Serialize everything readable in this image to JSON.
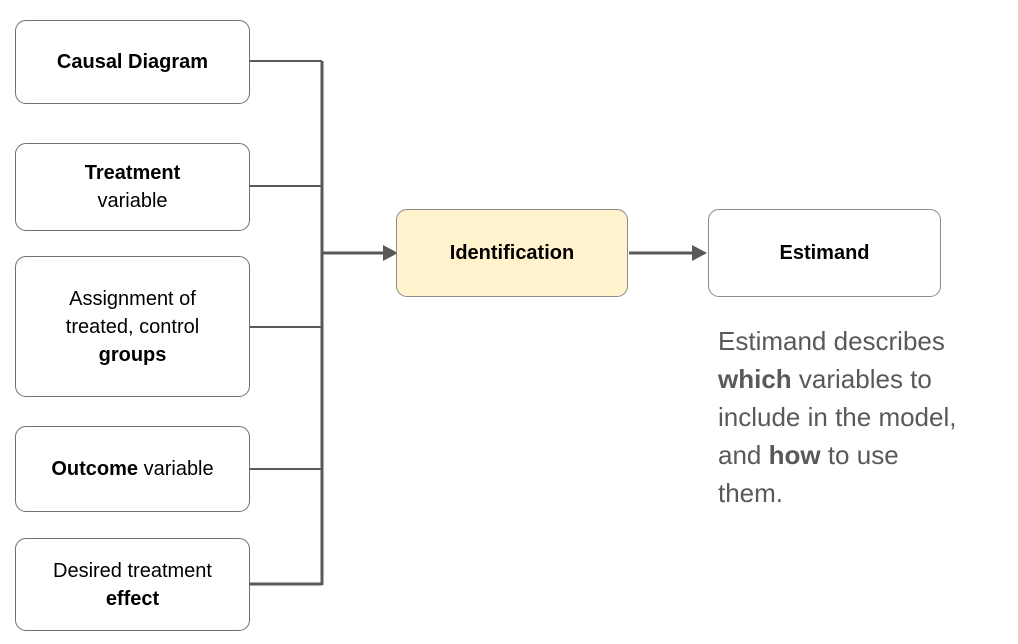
{
  "colors": {
    "wire": "#595959",
    "input_box_border": "#707070",
    "process_box_border": "#8a8a8a",
    "identification_fill": "#FFF2CC",
    "caption_text": "#595959",
    "background": "#FFFFFF"
  },
  "boxes": {
    "causal_diagram": {
      "label": "Causal Diagram"
    },
    "treatment": {
      "bold_line": "Treatment",
      "normal_line": "variable"
    },
    "assignment": {
      "line1": "Assignment of",
      "line2": "treated, control",
      "bold_line": "groups"
    },
    "outcome": {
      "bold_word": "Outcome",
      "rest": " variable"
    },
    "desired_effect": {
      "line1": "Desired treatment",
      "bold_line": "effect"
    },
    "identification": {
      "label": "Identification"
    },
    "estimand": {
      "label": "Estimand"
    }
  },
  "caption": {
    "line1": "Estimand describes",
    "line2_bold": "which",
    "line2_rest": " variables to",
    "line3": "include in the model,",
    "line4_start": "and ",
    "line4_bold": "how",
    "line4_rest": " to use",
    "line5": "them."
  }
}
